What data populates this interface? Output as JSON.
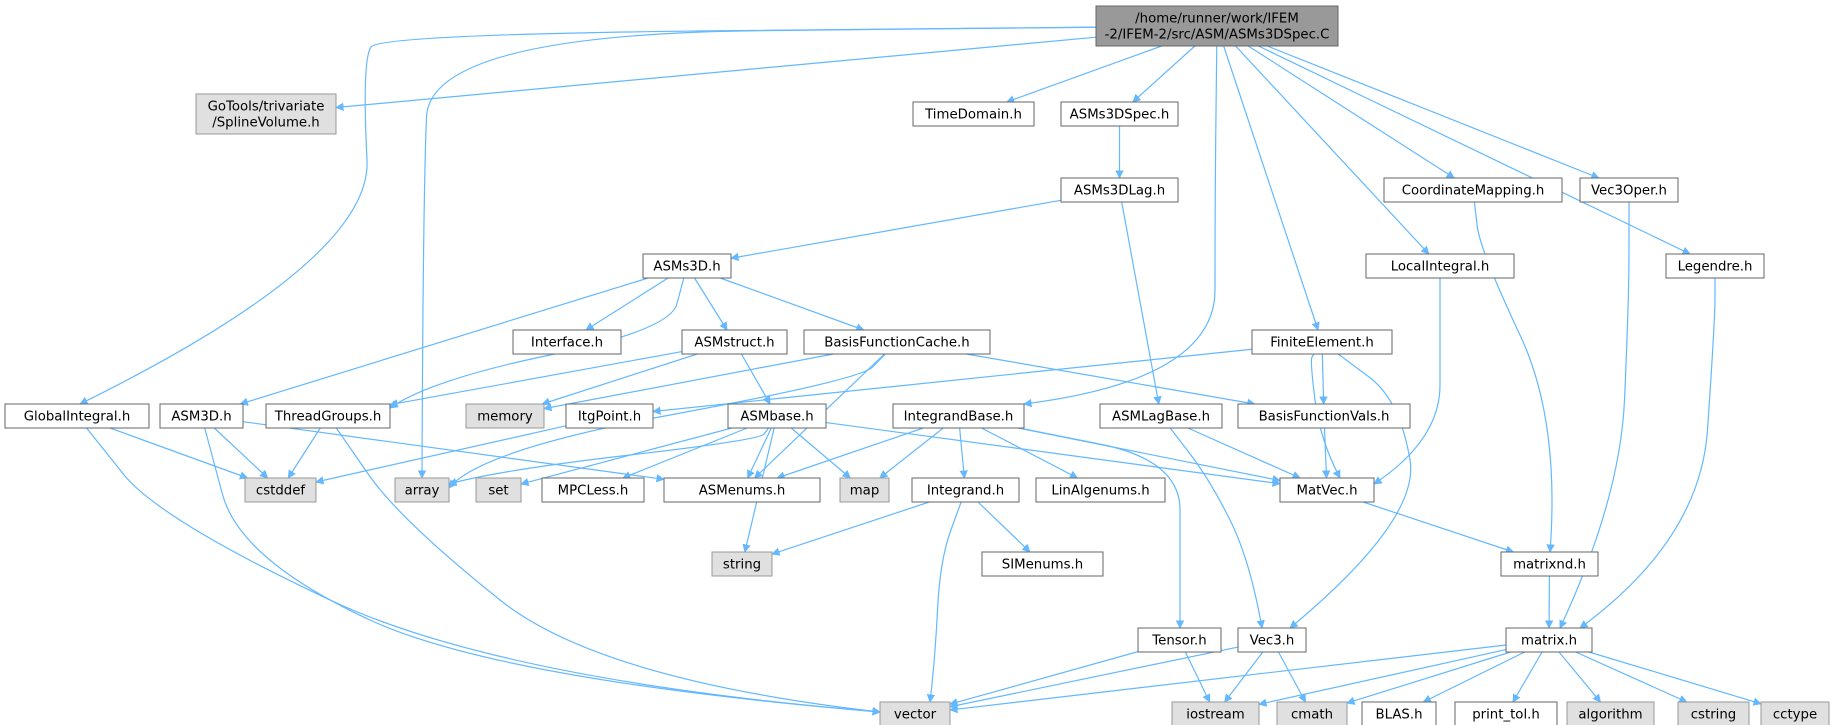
{
  "colors": {
    "edge": "#63b8ff",
    "node_border": "#666666",
    "node_fill": "#ffffff",
    "root_fill": "#999999",
    "root_border": "#666666",
    "external_fill": "#e0e0e0",
    "external_border": "#999999"
  },
  "nodes": [
    {
      "id": "root",
      "label": "/home/runner/work/IFEM\n-2/IFEM-2/src/ASM/ASMs3DSpec.C",
      "kind": "root"
    },
    {
      "id": "splinevolume",
      "label": "GoTools/trivariate\n/SplineVolume.h",
      "kind": "external"
    },
    {
      "id": "timedomain",
      "label": "TimeDomain.h",
      "kind": "file"
    },
    {
      "id": "asms3dspec",
      "label": "ASMs3DSpec.h",
      "kind": "file"
    },
    {
      "id": "coordmap",
      "label": "CoordinateMapping.h",
      "kind": "file"
    },
    {
      "id": "vec3oper",
      "label": "Vec3Oper.h",
      "kind": "file"
    },
    {
      "id": "asms3dlag",
      "label": "ASMs3DLag.h",
      "kind": "file"
    },
    {
      "id": "localintegral",
      "label": "LocalIntegral.h",
      "kind": "file"
    },
    {
      "id": "legendre",
      "label": "Legendre.h",
      "kind": "file"
    },
    {
      "id": "asms3d",
      "label": "ASMs3D.h",
      "kind": "file"
    },
    {
      "id": "interface",
      "label": "Interface.h",
      "kind": "file"
    },
    {
      "id": "asmstruct",
      "label": "ASMstruct.h",
      "kind": "file"
    },
    {
      "id": "bfcache",
      "label": "BasisFunctionCache.h",
      "kind": "file"
    },
    {
      "id": "finiteelement",
      "label": "FiniteElement.h",
      "kind": "file"
    },
    {
      "id": "globalintegral",
      "label": "GlobalIntegral.h",
      "kind": "file"
    },
    {
      "id": "asm3d",
      "label": "ASM3D.h",
      "kind": "file"
    },
    {
      "id": "threadgroups",
      "label": "ThreadGroups.h",
      "kind": "file"
    },
    {
      "id": "memory",
      "label": "memory",
      "kind": "external"
    },
    {
      "id": "itgpoint",
      "label": "ItgPoint.h",
      "kind": "file"
    },
    {
      "id": "asmbase",
      "label": "ASMbase.h",
      "kind": "file"
    },
    {
      "id": "integrandbase",
      "label": "IntegrandBase.h",
      "kind": "file"
    },
    {
      "id": "asmlagbase",
      "label": "ASMLagBase.h",
      "kind": "file"
    },
    {
      "id": "bfvals",
      "label": "BasisFunctionVals.h",
      "kind": "file"
    },
    {
      "id": "cstddef",
      "label": "cstddef",
      "kind": "external"
    },
    {
      "id": "array",
      "label": "array",
      "kind": "external"
    },
    {
      "id": "set",
      "label": "set",
      "kind": "external"
    },
    {
      "id": "mpcless",
      "label": "MPCLess.h",
      "kind": "file"
    },
    {
      "id": "asmenums",
      "label": "ASMenums.h",
      "kind": "file"
    },
    {
      "id": "map",
      "label": "map",
      "kind": "external"
    },
    {
      "id": "integrand",
      "label": "Integrand.h",
      "kind": "file"
    },
    {
      "id": "linalgenums",
      "label": "LinAlgenums.h",
      "kind": "file"
    },
    {
      "id": "matvec",
      "label": "MatVec.h",
      "kind": "file"
    },
    {
      "id": "string",
      "label": "string",
      "kind": "external"
    },
    {
      "id": "simenums",
      "label": "SIMenums.h",
      "kind": "file"
    },
    {
      "id": "matrixnd",
      "label": "matrixnd.h",
      "kind": "file"
    },
    {
      "id": "tensor",
      "label": "Tensor.h",
      "kind": "file"
    },
    {
      "id": "vec3",
      "label": "Vec3.h",
      "kind": "file"
    },
    {
      "id": "matrix",
      "label": "matrix.h",
      "kind": "file"
    },
    {
      "id": "vector",
      "label": "vector",
      "kind": "external"
    },
    {
      "id": "iostream",
      "label": "iostream",
      "kind": "external"
    },
    {
      "id": "cmath",
      "label": "cmath",
      "kind": "external"
    },
    {
      "id": "blas",
      "label": "BLAS.h",
      "kind": "file"
    },
    {
      "id": "printtol",
      "label": "print_tol.h",
      "kind": "file"
    },
    {
      "id": "algorithm",
      "label": "algorithm",
      "kind": "external"
    },
    {
      "id": "cstring",
      "label": "cstring",
      "kind": "external"
    },
    {
      "id": "cctype",
      "label": "cctype",
      "kind": "external"
    }
  ],
  "edges": [
    [
      "root",
      "splinevolume"
    ],
    [
      "root",
      "timedomain"
    ],
    [
      "root",
      "asms3dspec"
    ],
    [
      "root",
      "coordmap"
    ],
    [
      "root",
      "vec3oper"
    ],
    [
      "root",
      "legendre"
    ],
    [
      "root",
      "localintegral"
    ],
    [
      "root",
      "finiteelement"
    ],
    [
      "root",
      "integrandbase"
    ],
    [
      "root",
      "globalintegral"
    ],
    [
      "root",
      "array"
    ],
    [
      "asms3dspec",
      "asms3dlag"
    ],
    [
      "asms3dlag",
      "asms3d"
    ],
    [
      "asms3dlag",
      "asmlagbase"
    ],
    [
      "asms3d",
      "interface"
    ],
    [
      "asms3d",
      "asmstruct"
    ],
    [
      "asms3d",
      "bfcache"
    ],
    [
      "asms3d",
      "asm3d"
    ],
    [
      "asms3d",
      "threadgroups"
    ],
    [
      "asmstruct",
      "asmbase"
    ],
    [
      "asmstruct",
      "threadgroups"
    ],
    [
      "asmstruct",
      "memory"
    ],
    [
      "bfcache",
      "asmenums"
    ],
    [
      "bfcache",
      "bfvals"
    ],
    [
      "bfcache",
      "memory"
    ],
    [
      "bfcache",
      "array"
    ],
    [
      "finiteelement",
      "itgpoint"
    ],
    [
      "finiteelement",
      "bfvals"
    ],
    [
      "finiteelement",
      "matvec"
    ],
    [
      "finiteelement",
      "vec3"
    ],
    [
      "globalintegral",
      "cstddef"
    ],
    [
      "globalintegral",
      "vector"
    ],
    [
      "asm3d",
      "cstddef"
    ],
    [
      "asm3d",
      "asmenums"
    ],
    [
      "asm3d",
      "vector"
    ],
    [
      "threadgroups",
      "cstddef"
    ],
    [
      "threadgroups",
      "vector"
    ],
    [
      "itgpoint",
      "cstddef"
    ],
    [
      "asmbase",
      "array"
    ],
    [
      "asmbase",
      "set"
    ],
    [
      "asmbase",
      "mpcless"
    ],
    [
      "asmbase",
      "asmenums"
    ],
    [
      "asmbase",
      "map"
    ],
    [
      "asmbase",
      "string"
    ],
    [
      "asmbase",
      "matvec"
    ],
    [
      "integrandbase",
      "asmenums"
    ],
    [
      "integrandbase",
      "map"
    ],
    [
      "integrandbase",
      "integrand"
    ],
    [
      "integrandbase",
      "linalgenums"
    ],
    [
      "integrandbase",
      "matvec"
    ],
    [
      "integrandbase",
      "tensor"
    ],
    [
      "asmlagbase",
      "matvec"
    ],
    [
      "asmlagbase",
      "vec3"
    ],
    [
      "bfvals",
      "matvec"
    ],
    [
      "localintegral",
      "matvec"
    ],
    [
      "coordmap",
      "matrixnd"
    ],
    [
      "vec3oper",
      "matrix"
    ],
    [
      "legendre",
      "matrix"
    ],
    [
      "matvec",
      "matrixnd"
    ],
    [
      "matrixnd",
      "matrix"
    ],
    [
      "integrand",
      "string"
    ],
    [
      "integrand",
      "simenums"
    ],
    [
      "integrand",
      "vector"
    ],
    [
      "tensor",
      "vector"
    ],
    [
      "tensor",
      "iostream"
    ],
    [
      "vec3",
      "vector"
    ],
    [
      "vec3",
      "iostream"
    ],
    [
      "vec3",
      "cmath"
    ],
    [
      "matrix",
      "vector"
    ],
    [
      "matrix",
      "iostream"
    ],
    [
      "matrix",
      "cmath"
    ],
    [
      "matrix",
      "blas"
    ],
    [
      "matrix",
      "printtol"
    ],
    [
      "matrix",
      "algorithm"
    ],
    [
      "matrix",
      "cstring"
    ],
    [
      "matrix",
      "cctype"
    ]
  ]
}
